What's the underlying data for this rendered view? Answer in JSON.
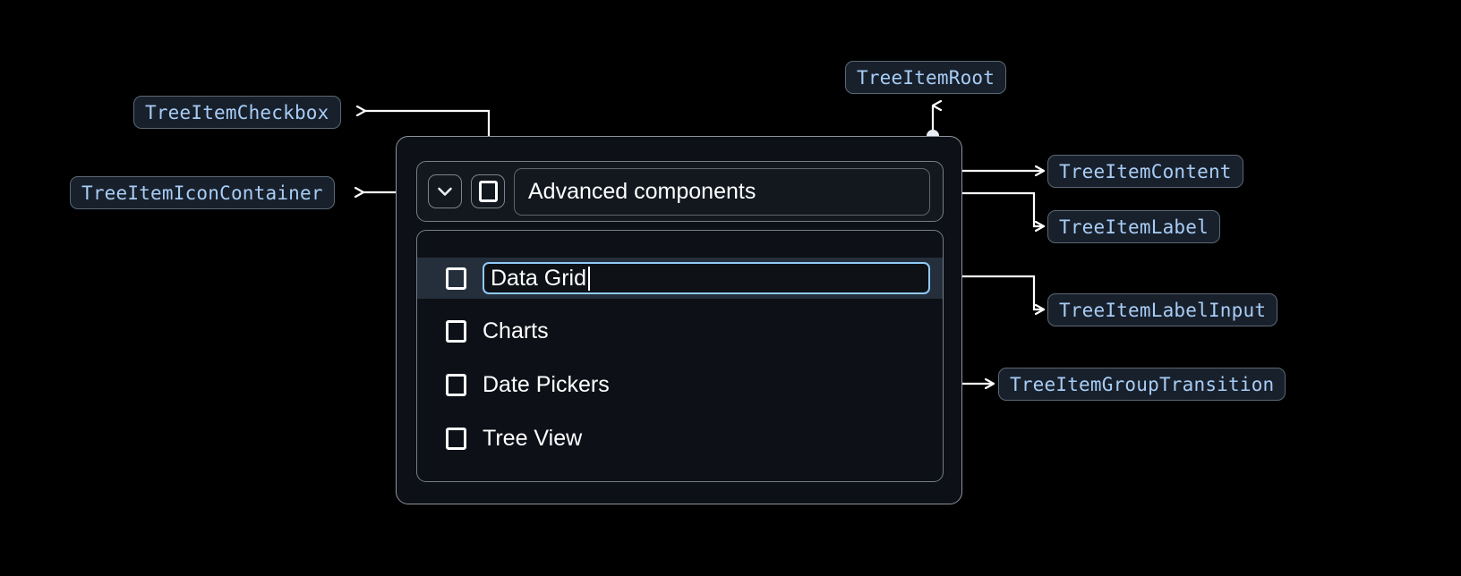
{
  "annotations": [
    {
      "id": "tree-item-checkbox",
      "label": "TreeItemCheckbox"
    },
    {
      "id": "tree-item-icon-container",
      "label": "TreeItemIconContainer"
    },
    {
      "id": "tree-item-root",
      "label": "TreeItemRoot"
    },
    {
      "id": "tree-item-content",
      "label": "TreeItemContent"
    },
    {
      "id": "tree-item-label",
      "label": "TreeItemLabel"
    },
    {
      "id": "tree-item-label-input",
      "label": "TreeItemLabelInput"
    },
    {
      "id": "tree-item-group-transition",
      "label": "TreeItemGroupTransition"
    }
  ],
  "widget": {
    "header": {
      "expand_icon": "chevron-down-icon",
      "checkbox_checked": false,
      "label": "Advanced components"
    },
    "items": [
      {
        "label": "Data Grid",
        "checked": false,
        "editing": true,
        "selected": true
      },
      {
        "label": "Charts",
        "checked": false,
        "editing": false,
        "selected": false
      },
      {
        "label": "Date Pickers",
        "checked": false,
        "editing": false,
        "selected": false
      },
      {
        "label": "Tree View",
        "checked": false,
        "editing": false,
        "selected": false
      }
    ]
  },
  "colors": {
    "background": "#000000",
    "chip_fill": "#18202c",
    "chip_border": "#5b6876",
    "chip_text": "#a8cdf5",
    "connector": "#ffffff",
    "focus_blue": "#90caf9",
    "selected_row": "#252f3b",
    "panel_fill": "#0d1117",
    "panel_border": "#8d949e",
    "text": "#ffffff"
  }
}
